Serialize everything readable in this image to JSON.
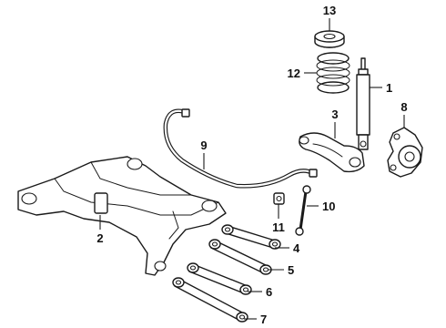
{
  "diagram": {
    "callouts": [
      {
        "id": "1",
        "label": "1"
      },
      {
        "id": "2",
        "label": "2"
      },
      {
        "id": "3",
        "label": "3"
      },
      {
        "id": "4",
        "label": "4"
      },
      {
        "id": "5",
        "label": "5"
      },
      {
        "id": "6",
        "label": "6"
      },
      {
        "id": "7",
        "label": "7"
      },
      {
        "id": "8",
        "label": "8"
      },
      {
        "id": "9",
        "label": "9"
      },
      {
        "id": "10",
        "label": "10"
      },
      {
        "id": "11",
        "label": "11"
      },
      {
        "id": "12",
        "label": "12"
      },
      {
        "id": "13",
        "label": "13"
      }
    ],
    "colors": {
      "line": "#1a1a1a",
      "background": "#ffffff"
    }
  }
}
